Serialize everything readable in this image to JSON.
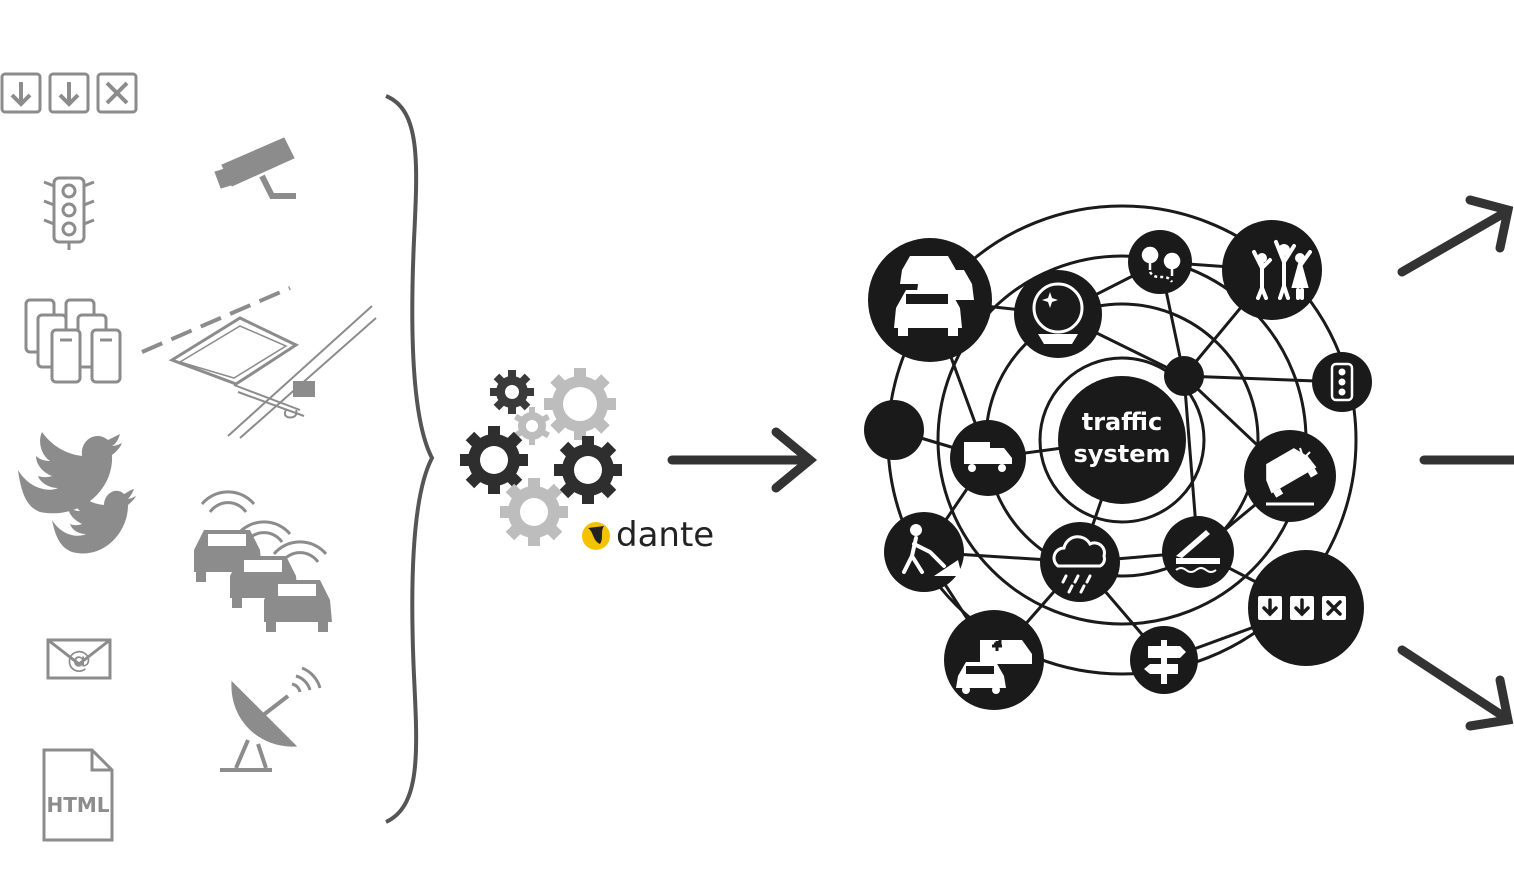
{
  "sources": {
    "html_label": "HTML"
  },
  "brand": {
    "name": "dante"
  },
  "core": {
    "line1": "traffic",
    "line2": "system"
  },
  "colors": {
    "source_gray": "#8c8c8c",
    "dark": "#1a1a1a",
    "arrow": "#333333"
  }
}
